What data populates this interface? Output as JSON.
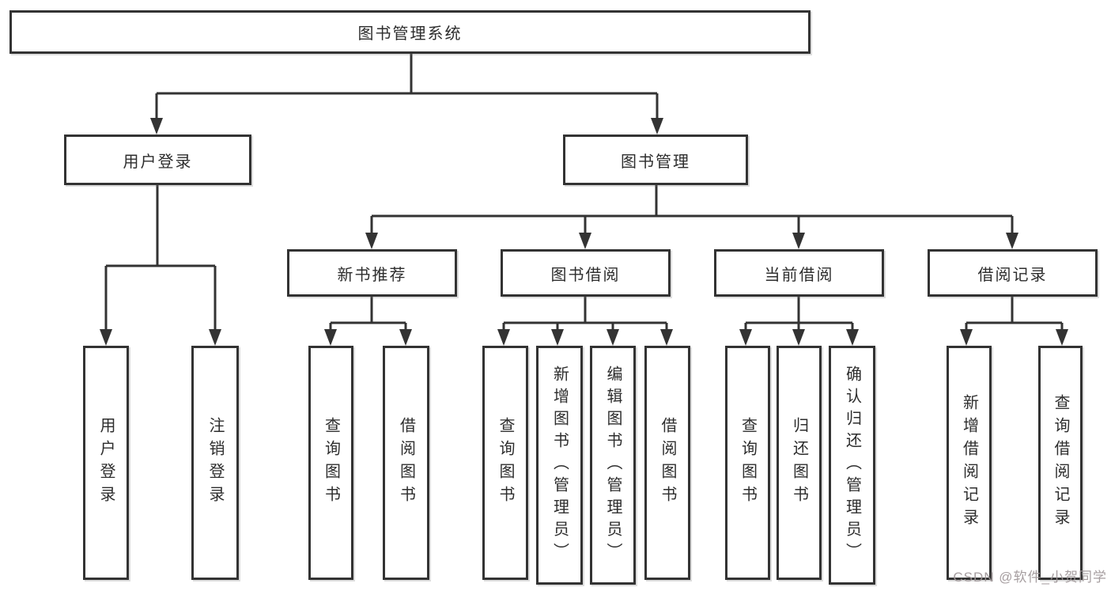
{
  "tree": {
    "label": "图书管理系统",
    "children": [
      {
        "label": "用户登录",
        "children": [
          {
            "label": "用户登录"
          },
          {
            "label": "注销登录"
          }
        ]
      },
      {
        "label": "图书管理",
        "children": [
          {
            "label": "新书推荐",
            "children": [
              {
                "label": "查询图书"
              },
              {
                "label": "借阅图书"
              }
            ]
          },
          {
            "label": "图书借阅",
            "children": [
              {
                "label": "查询图书"
              },
              {
                "label": "新增图书（管理员）"
              },
              {
                "label": "编辑图书（管理员）"
              },
              {
                "label": "借阅图书"
              }
            ]
          },
          {
            "label": "当前借阅",
            "children": [
              {
                "label": "查询图书"
              },
              {
                "label": "归还图书"
              },
              {
                "label": "确认归还（管理员）"
              }
            ]
          },
          {
            "label": "借阅记录",
            "children": [
              {
                "label": "新增借阅记录"
              },
              {
                "label": "查询借阅记录"
              }
            ]
          }
        ]
      }
    ]
  },
  "watermark": "CSDN @软件_小贺同学",
  "colors": {
    "line": "#333333",
    "text": "#2d2d2d",
    "watermark": "#9e9698"
  }
}
